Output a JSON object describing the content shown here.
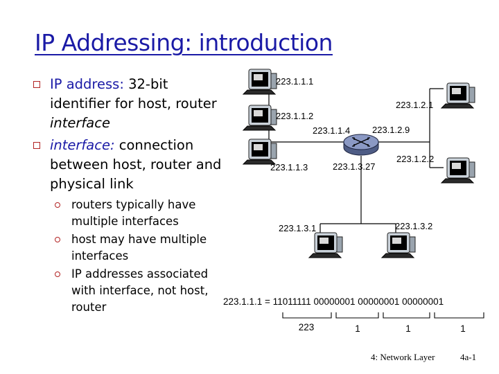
{
  "title": "IP Addressing: introduction",
  "bullets": {
    "b1_term": "IP address:",
    "b1_rest": " 32-bit identifier for host, router ",
    "b1_italic": "interface",
    "b2_term": "interface:",
    "b2_rest": " connection between host, router and physical link",
    "subbullets": [
      "routers typically have multiple interfaces",
      "host may have multiple interfaces",
      "IP addresses associated with interface, not host, router"
    ]
  },
  "diagram": {
    "labels": {
      "h1": "223.1.1.1",
      "h2": "223.1.1.2",
      "h3": "223.1.1.3",
      "r1": "223.1.1.4",
      "r2": "223.1.2.9",
      "r3": "223.1.3.27",
      "h4": "223.1.2.1",
      "h5": "223.1.2.2",
      "h6": "223.1.3.1",
      "h7": "223.1.3.2"
    },
    "binary": {
      "equation": "223.1.1.1 = 11011111 00000001 00000001 00000001",
      "decimals": [
        "223",
        "1",
        "1",
        "1"
      ]
    }
  },
  "footer": {
    "chapter": "4: Network Layer",
    "page": "4a-1"
  },
  "colors": {
    "title": "#1a1aa6",
    "bullet_marker": "#b22222",
    "router": "#6e7ca8"
  }
}
